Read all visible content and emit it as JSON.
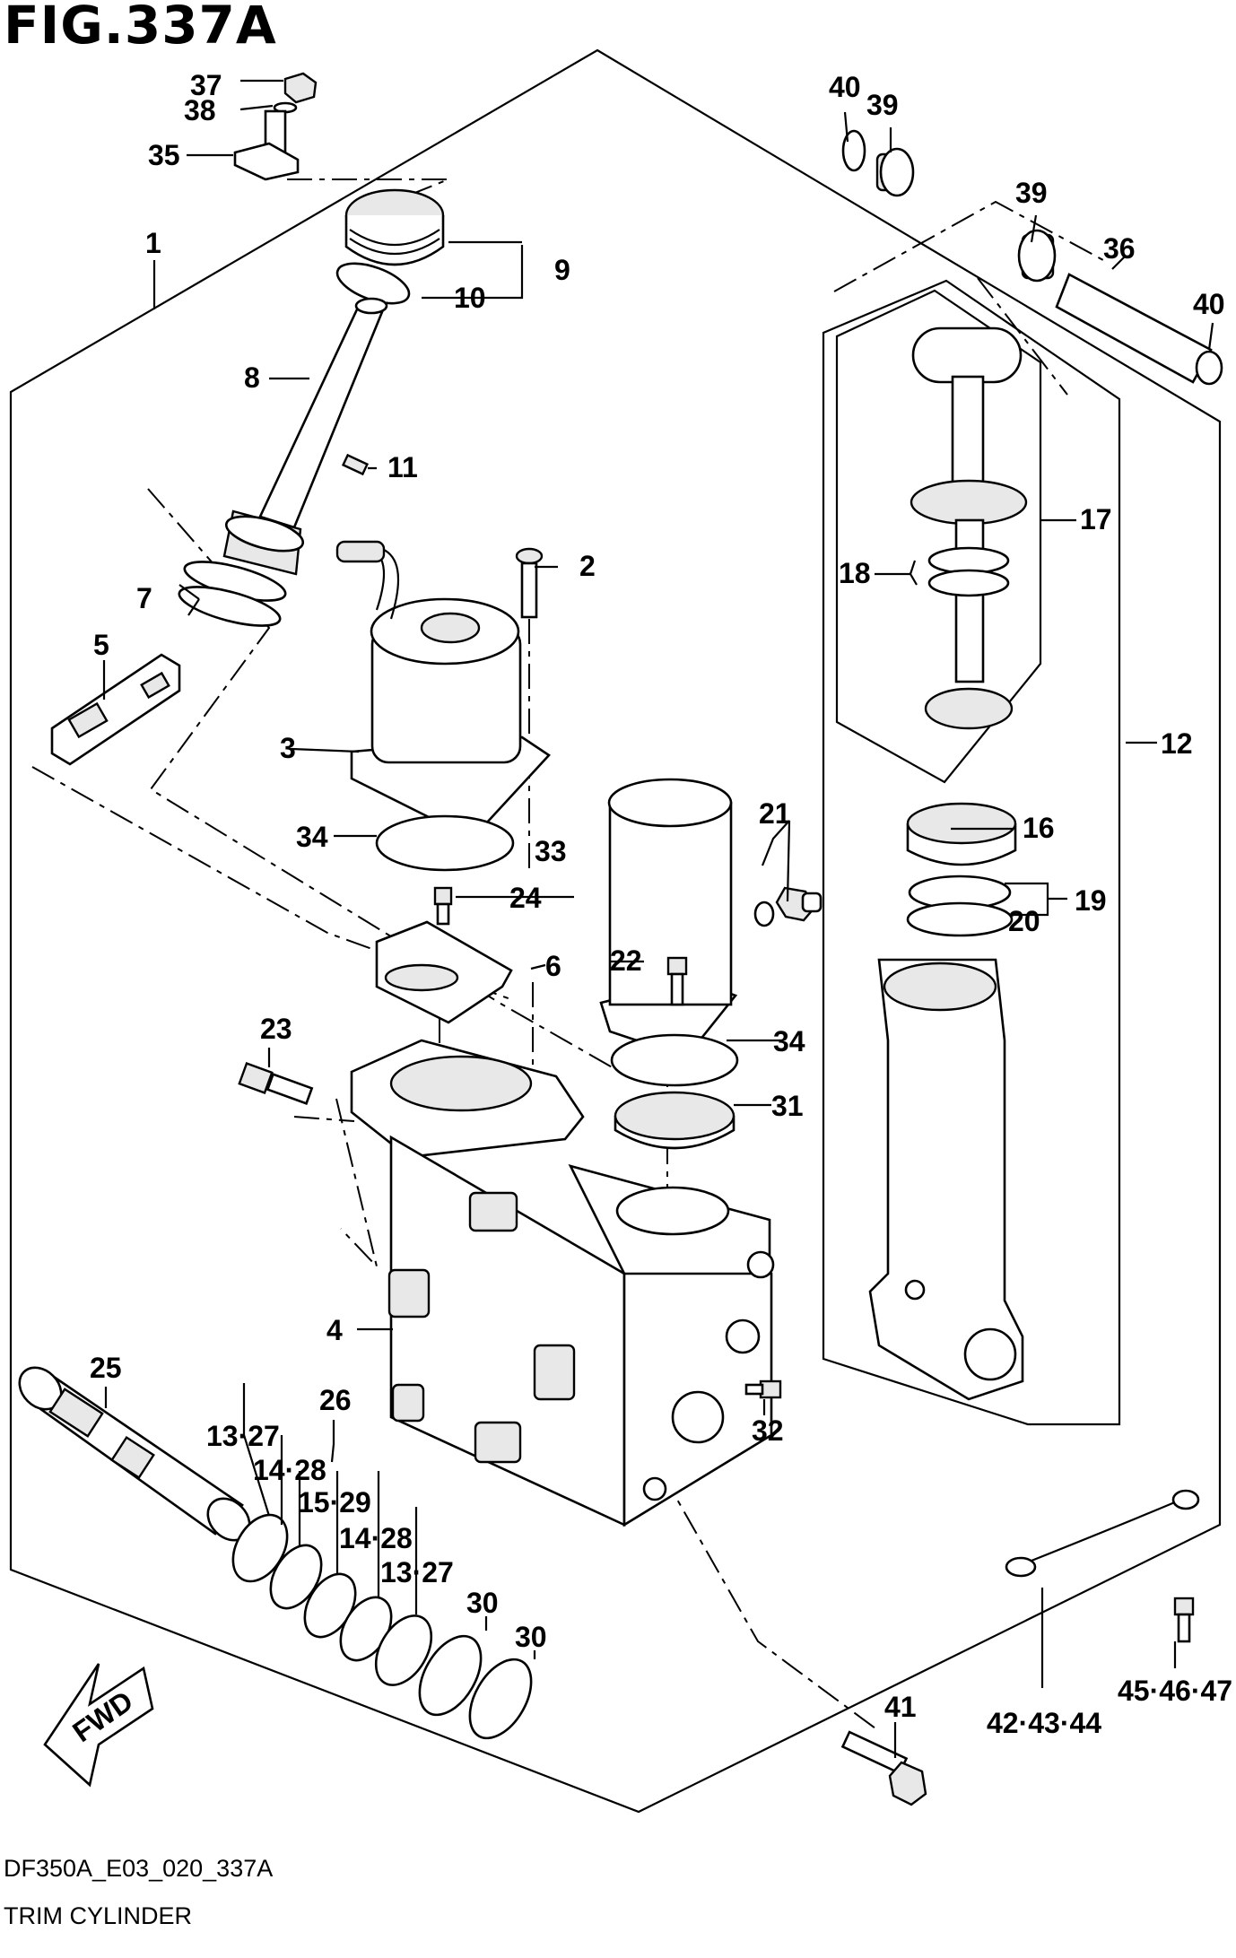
{
  "header": {
    "title": "FIG.337A"
  },
  "footer": {
    "code": "DF350A_E03_020_337A",
    "name": "TRIM CYLINDER"
  },
  "fwd": "FWD",
  "labels": [
    {
      "text": "37"
    },
    {
      "text": "38"
    },
    {
      "text": "35"
    },
    {
      "text": "40"
    },
    {
      "text": "39"
    },
    {
      "text": "39"
    },
    {
      "text": "36"
    },
    {
      "text": "40"
    },
    {
      "text": "1"
    },
    {
      "text": "9"
    },
    {
      "text": "10"
    },
    {
      "text": "8"
    },
    {
      "text": "11"
    },
    {
      "text": "17"
    },
    {
      "text": "18"
    },
    {
      "text": "2"
    },
    {
      "text": "7"
    },
    {
      "text": "5"
    },
    {
      "text": "3"
    },
    {
      "text": "12"
    },
    {
      "text": "21"
    },
    {
      "text": "16"
    },
    {
      "text": "34"
    },
    {
      "text": "33"
    },
    {
      "text": "19"
    },
    {
      "text": "20"
    },
    {
      "text": "24"
    },
    {
      "text": "6"
    },
    {
      "text": "22"
    },
    {
      "text": "23"
    },
    {
      "text": "34"
    },
    {
      "text": "31"
    },
    {
      "text": "4"
    },
    {
      "text": "25"
    },
    {
      "text": "26"
    },
    {
      "text": "32"
    },
    {
      "text": "13·27"
    },
    {
      "text": "14·28"
    },
    {
      "text": "15·29"
    },
    {
      "text": "14·28"
    },
    {
      "text": "13·27"
    },
    {
      "text": "30"
    },
    {
      "text": "30"
    },
    {
      "text": "41"
    },
    {
      "text": "42·43·44"
    },
    {
      "text": "45·46·47"
    }
  ]
}
